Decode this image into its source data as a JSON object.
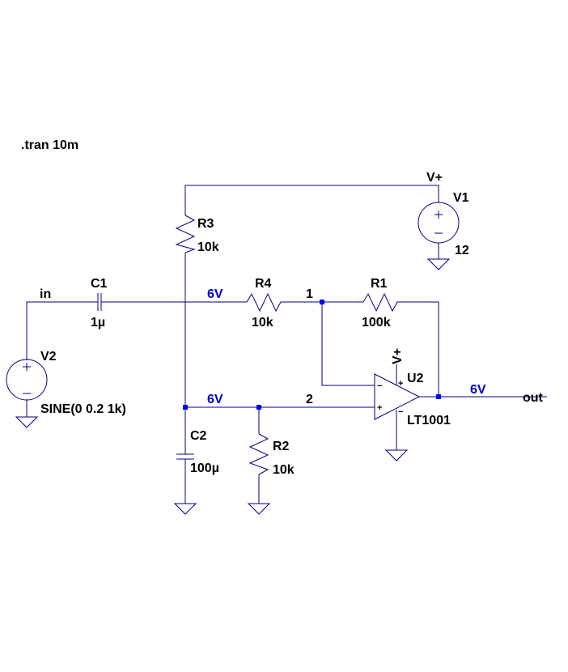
{
  "directive": ".tran 10m",
  "components": {
    "v1": {
      "name": "V1",
      "value": "12"
    },
    "v2": {
      "name": "V2",
      "value": "SINE(0 0.2 1k)"
    },
    "r1": {
      "name": "R1",
      "value": "100k"
    },
    "r2": {
      "name": "R2",
      "value": "10k"
    },
    "r3": {
      "name": "R3",
      "value": "10k"
    },
    "r4": {
      "name": "R4",
      "value": "10k"
    },
    "c1": {
      "name": "C1",
      "value": "1µ"
    },
    "c2": {
      "name": "C2",
      "value": "100µ"
    },
    "u2": {
      "name": "U2",
      "value": "LT1001",
      "plus_sign": "+",
      "minus_sign": "−"
    }
  },
  "nets": {
    "in": "in",
    "out": "out",
    "n1": "1",
    "n2": "2",
    "vplus_v1": "V+",
    "vplus_u2": "V+"
  },
  "voltages": {
    "node_r3_c1": "6V",
    "node_c2_r2": "6V",
    "node_out": "6V"
  },
  "colors": {
    "wire": "#000080",
    "junction": "#0000ff",
    "voltage_label": "#0000cc",
    "label": "#000000"
  }
}
